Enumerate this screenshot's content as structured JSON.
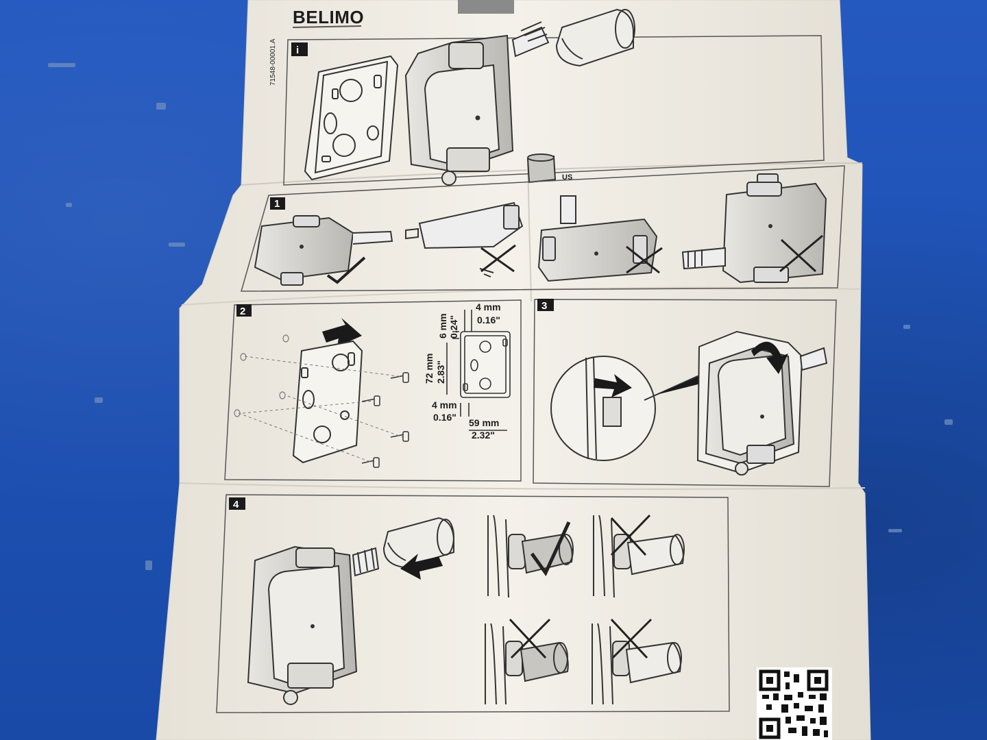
{
  "photo": {
    "surface_color": "#1f55b8",
    "paper_color": "#f2efe8"
  },
  "sheet": {
    "brand": "BELIMO",
    "doc_number": "71548-00001.A",
    "panels": {
      "info": {
        "step": "i",
        "label_us": "US"
      },
      "step1": {
        "step": "1"
      },
      "step2": {
        "step": "2",
        "dims": {
          "top_mm": "4 mm",
          "top_in": "0.16\"",
          "side_mm": "6 mm",
          "side_in": "0.24\"",
          "height_mm": "72 mm",
          "height_in": "2.83\"",
          "bottom_mm": "4 mm",
          "bottom_in": "0.16\"",
          "width_mm": "59 mm",
          "width_in": "2.32\""
        }
      },
      "step3": {
        "step": "3"
      },
      "step4": {
        "step": "4"
      }
    }
  }
}
